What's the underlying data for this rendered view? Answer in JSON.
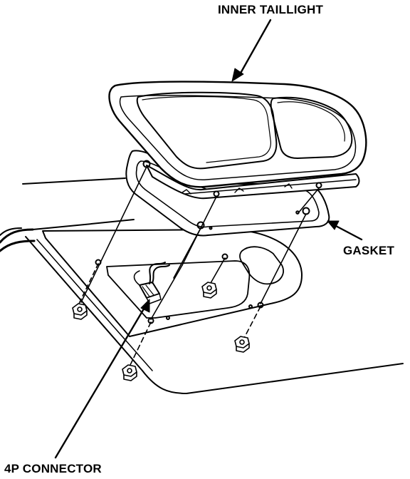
{
  "labels": {
    "inner_taillight": "INNER TAILLIGHT",
    "gasket": "GASKET",
    "connector": "4P CONNECTOR"
  },
  "colors": {
    "ink": "#000000",
    "paper": "#ffffff"
  }
}
